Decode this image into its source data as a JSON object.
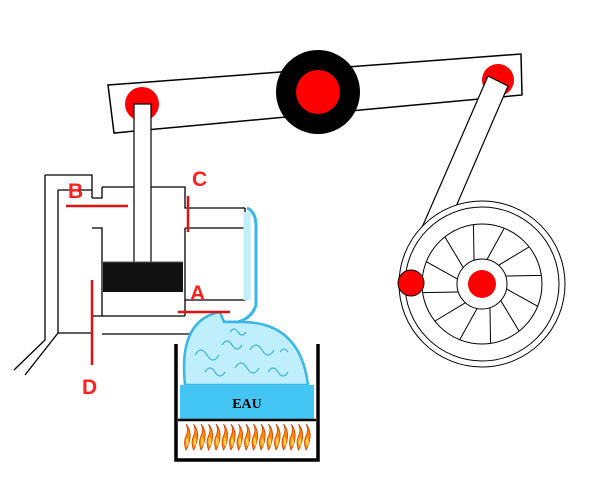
{
  "diagram": {
    "valve_labels": [
      "A",
      "B",
      "C",
      "D"
    ],
    "water_label": "EAU",
    "colors": {
      "label": "#ff1f1f",
      "valve_line": "#e01010",
      "pivot": "#ff0000",
      "hub": "#000000",
      "water": "#44c6f4",
      "steam": "#bfeefc",
      "steam_outline": "#3ab7e6",
      "fire": "#ff8c00",
      "fire_core": "#ffd24a",
      "outline": "#000000"
    },
    "icons": [
      "beam",
      "piston",
      "flywheel",
      "boiler",
      "fire"
    ]
  }
}
